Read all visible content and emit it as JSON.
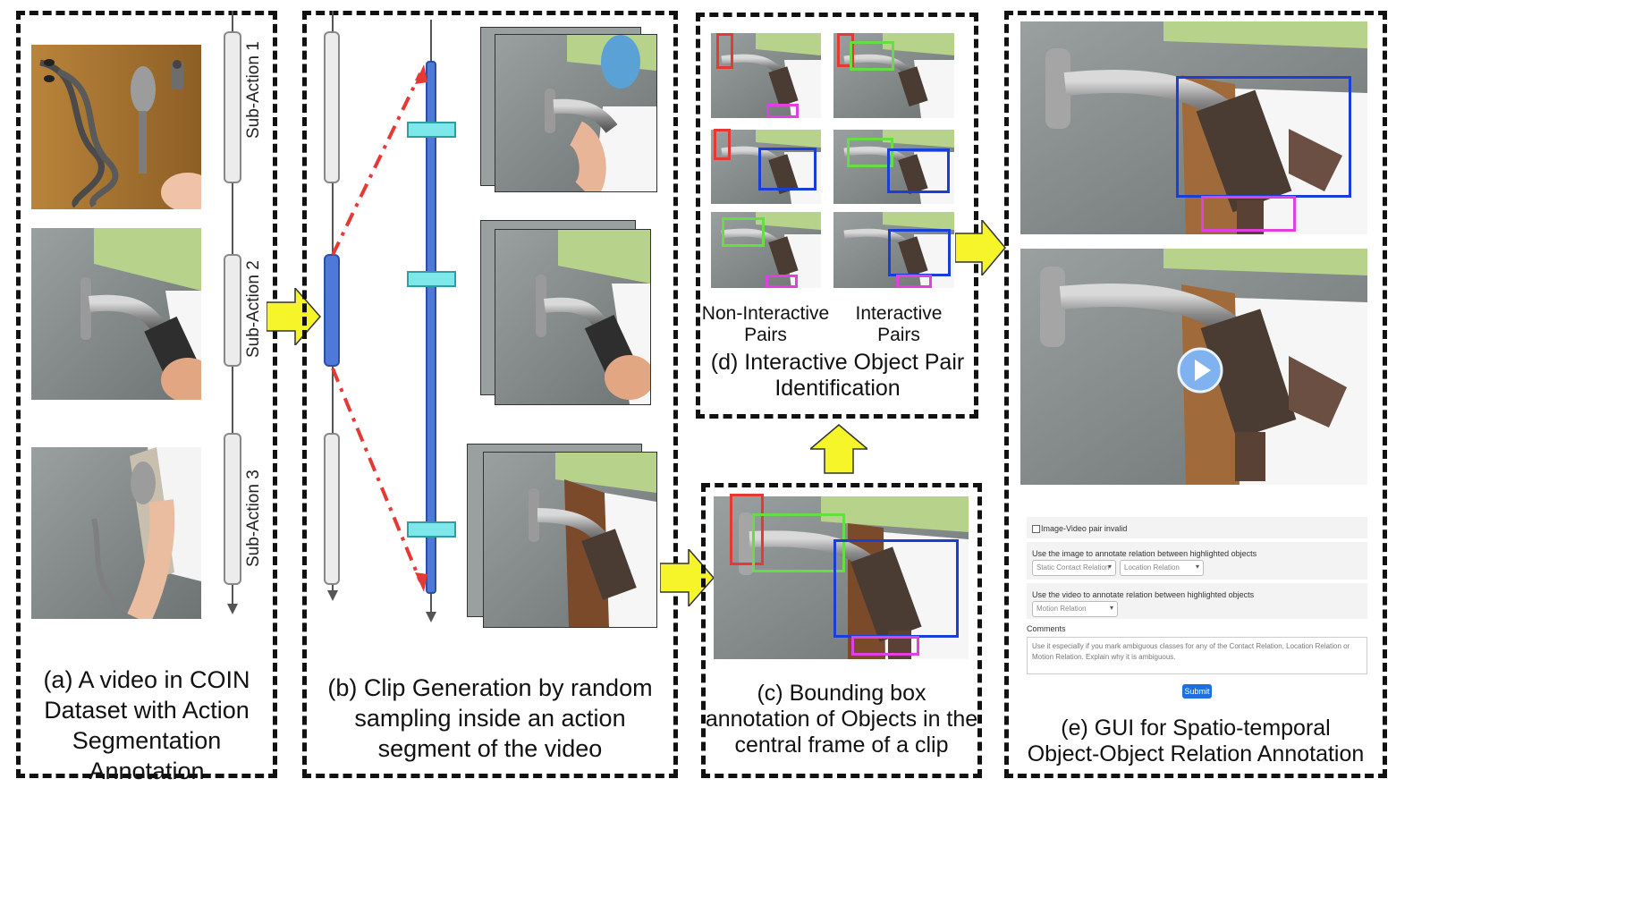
{
  "panels": {
    "a": {
      "caption_lines": [
        "(a) A video in COIN",
        "Dataset with Action",
        "Segmentation",
        "Annotation"
      ],
      "sub_actions": [
        "Sub-Action 1",
        "Sub-Action 2",
        "Sub-Action 3"
      ]
    },
    "b": {
      "caption_lines": [
        "(b) Clip Generation by random",
        "sampling inside an action",
        "segment of the video"
      ]
    },
    "c": {
      "caption_lines": [
        "(c) Bounding box",
        "annotation of Objects in the",
        "central frame of a clip"
      ]
    },
    "d": {
      "caption_lines": [
        "(d) Interactive Object Pair",
        "Identification"
      ],
      "column_labels": {
        "left": [
          "Non-Interactive",
          "Pairs"
        ],
        "right": [
          "Interactive",
          "Pairs"
        ]
      }
    },
    "e": {
      "caption_lines": [
        "(e) GUI for Spatio-temporal",
        "Object-Object Relation Annotation"
      ],
      "gui": {
        "checkbox_label": "Image-Video pair invalid",
        "image_prompt": "Use the image to annotate relation between highlighted objects",
        "static_contact_placeholder": "Static Contact Relation",
        "location_placeholder": "Location Relation",
        "video_prompt": "Use the video to annotate relation between highlighted objects",
        "motion_placeholder": "Motion Relation",
        "comments_label": "Comments",
        "comments_placeholder": "Use it especially if you mark ambiguous classes for any of the Contact Relation, Location Relation or Motion Relation. Explain why it is ambiguous.",
        "submit_label": "Submit"
      }
    }
  },
  "colors": {
    "dashed_border": "#111111",
    "flow_arrow": "#f5f52a",
    "sample_arrow": "#e53935",
    "segment_blue": "#4f79d9",
    "clip_marker": "#7ee7ea",
    "box_red": "#e53935",
    "box_green": "#66dd44",
    "box_blue": "#1a3fd6",
    "box_magenta": "#e040e0"
  }
}
